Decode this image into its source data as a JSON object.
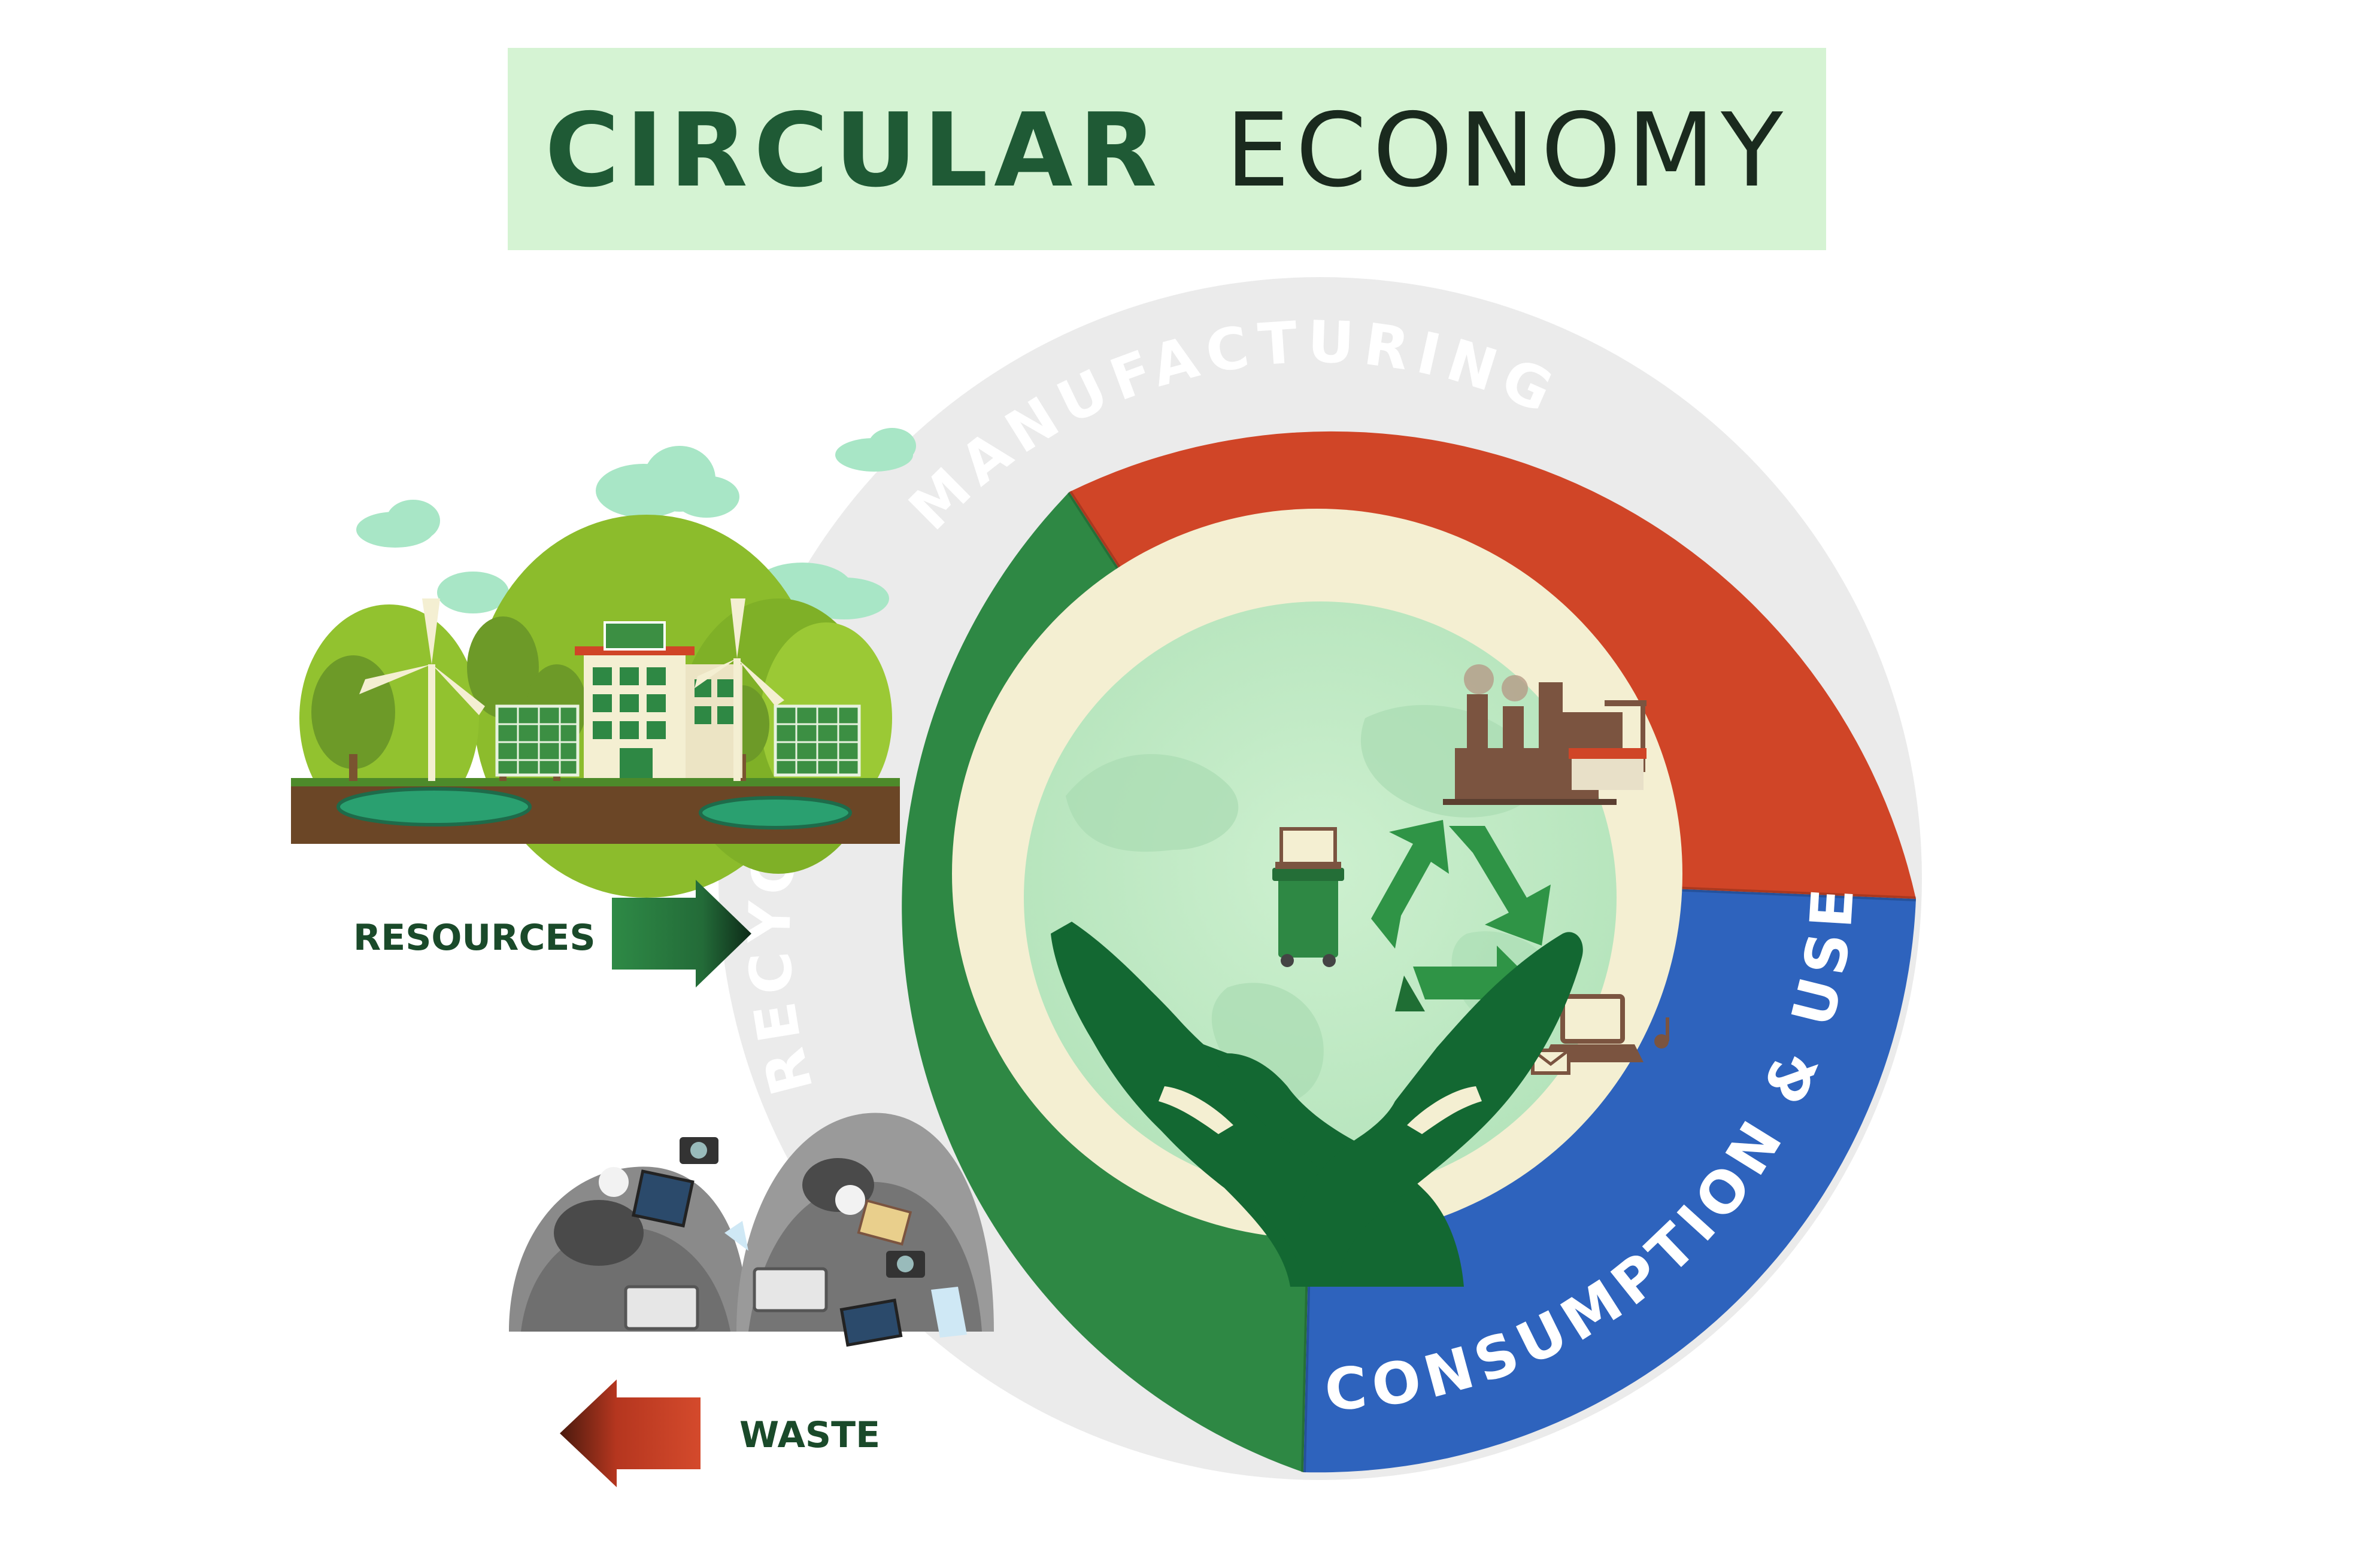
{
  "title": {
    "bold_word": "CIRCULAR",
    "light_word": "ECONOMY"
  },
  "stages": [
    {
      "id": "manufacturing",
      "label": "MANUFACTURING",
      "color": "#d04527"
    },
    {
      "id": "consumption",
      "label": "CONSUMPTION & USE",
      "color": "#2e63bd"
    },
    {
      "id": "recycling",
      "label": "RECYCLING",
      "color": "#2e8844"
    }
  ],
  "flows": {
    "resources_label": "RESOURCES",
    "waste_label": "WASTE"
  },
  "colors": {
    "title_bg": "#d5f3d3",
    "title_dark": "#1f5a35",
    "dark_green": "#1a4a2a",
    "cream": "#f4efd2",
    "globe": "#c3ebc7",
    "hands": "#136832",
    "recycle_symbol": "#2f9446"
  }
}
